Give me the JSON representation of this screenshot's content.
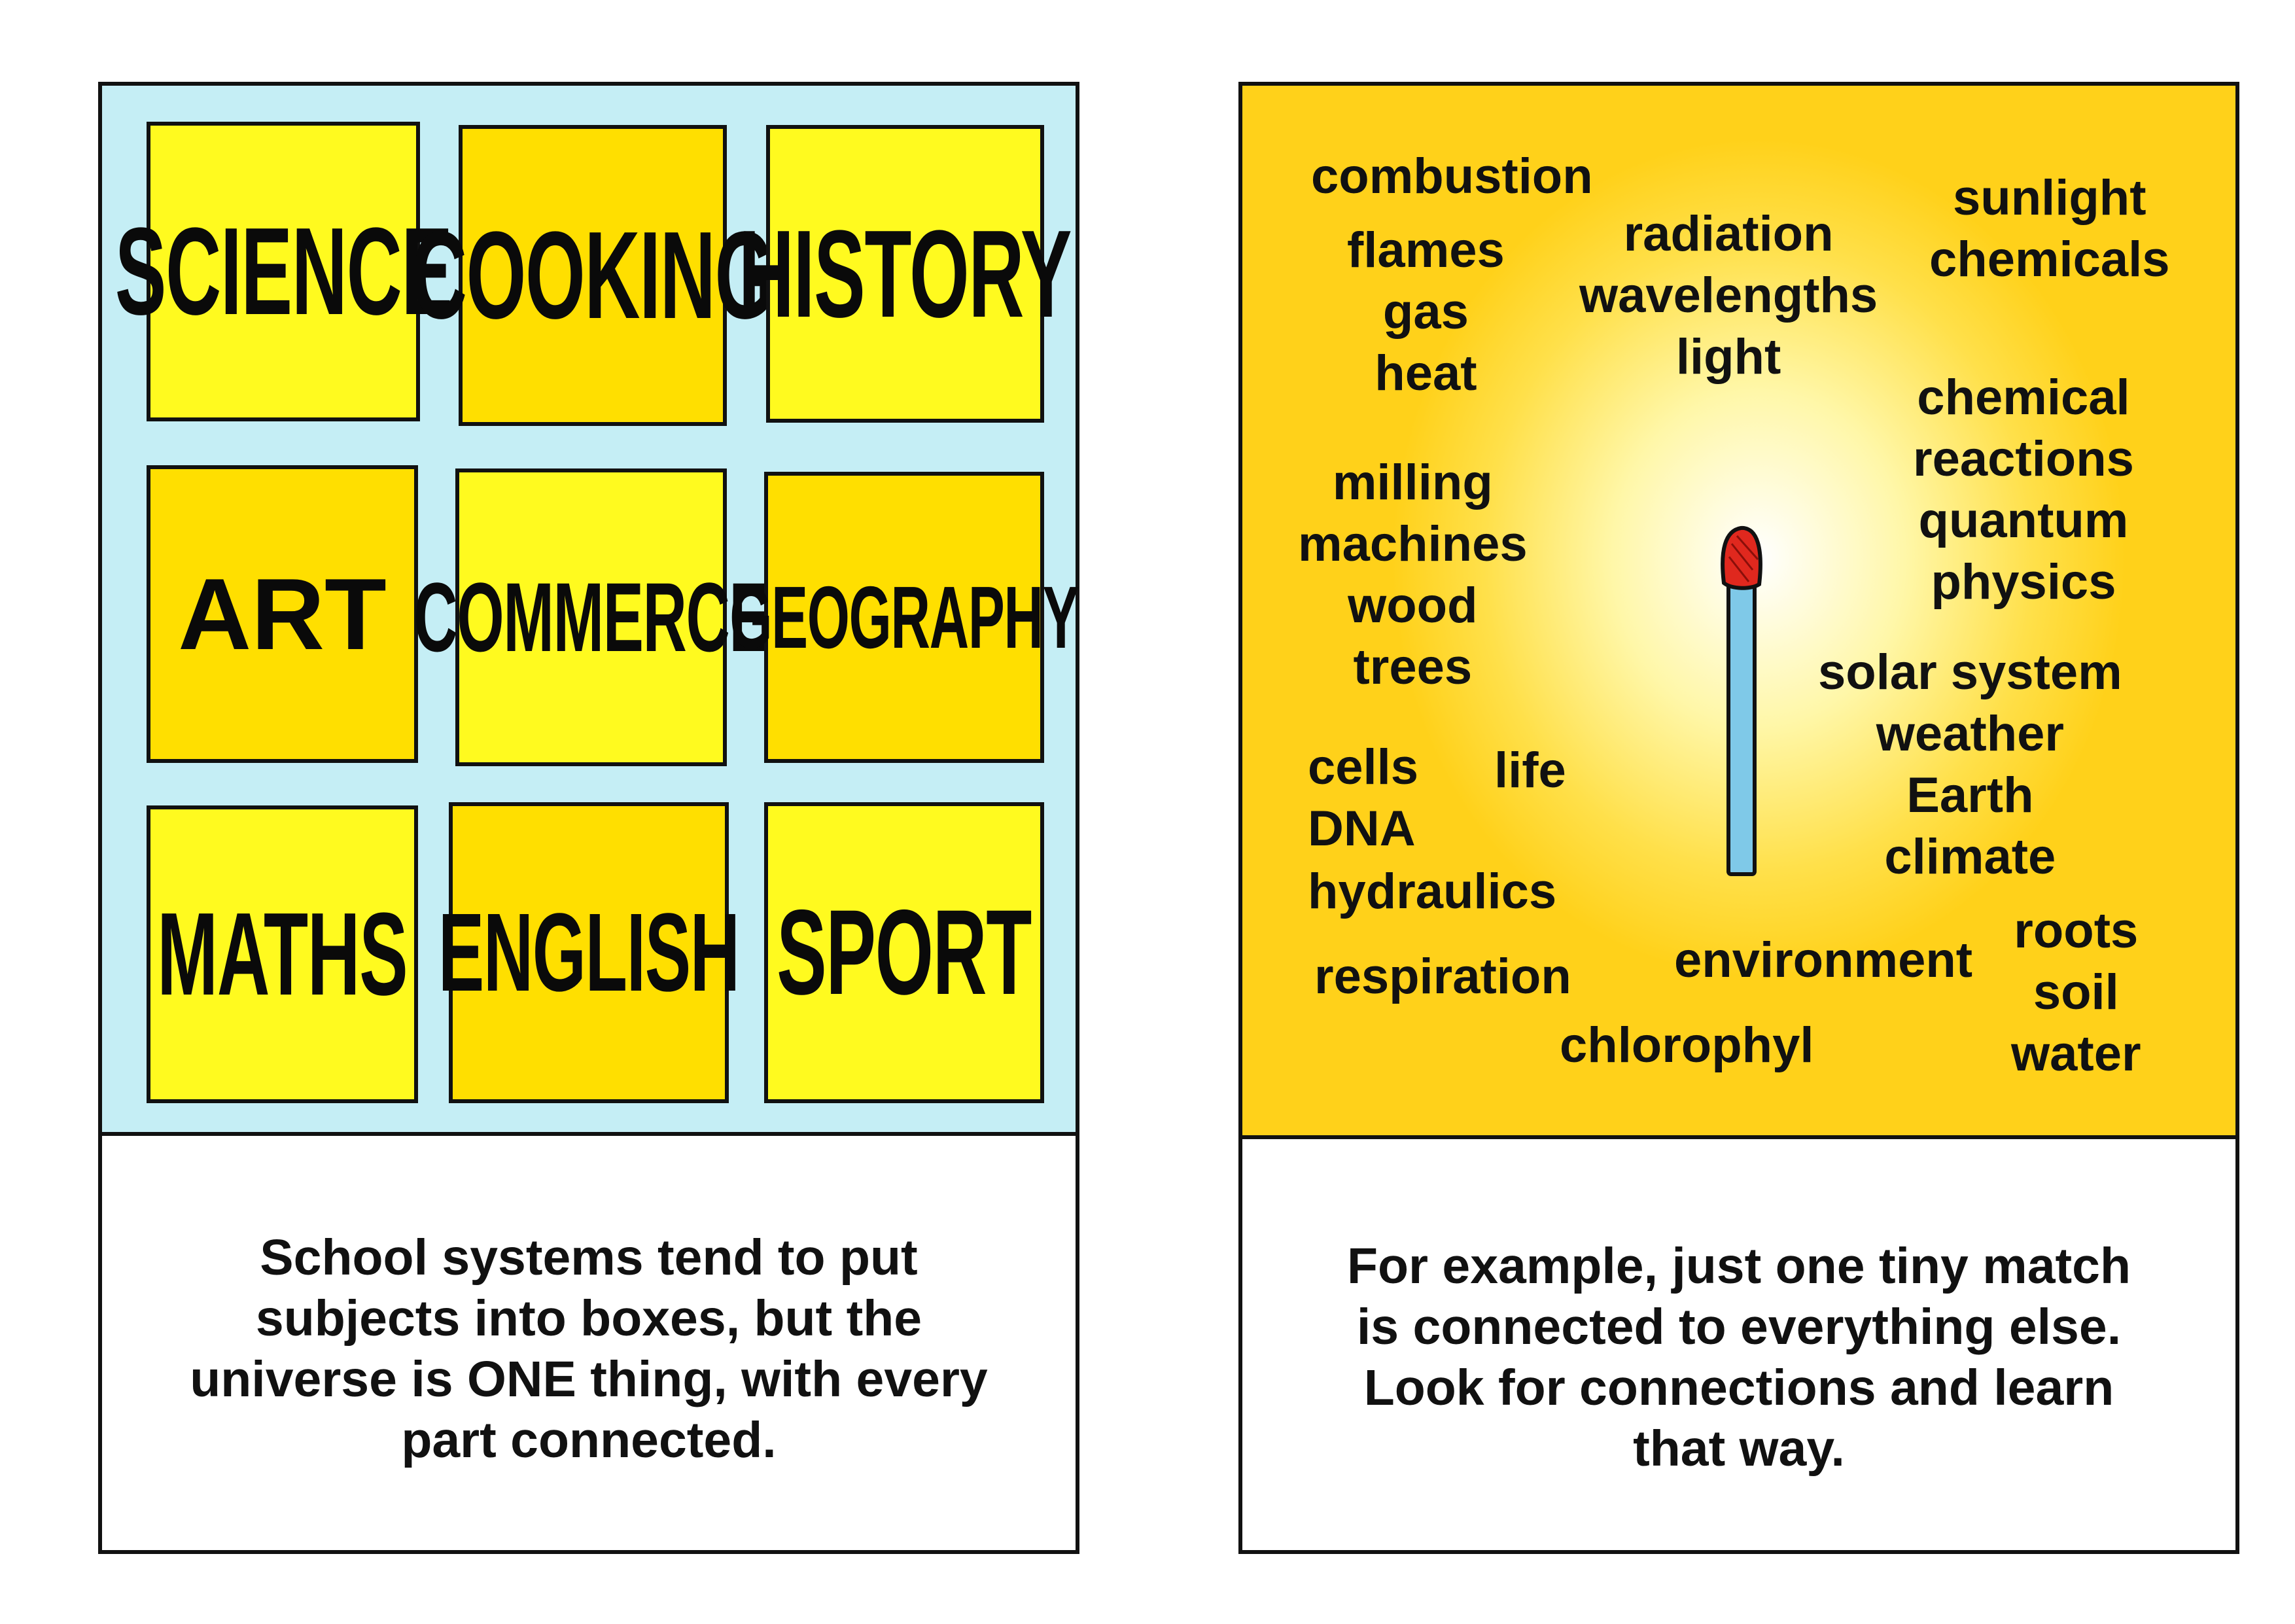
{
  "left_panel": {
    "subjects": [
      "SCIENCE",
      "COOKING",
      "HISTORY",
      "ART",
      "COMMERCE",
      "GEOGRAPHY",
      "MATHS",
      "ENGLISH",
      "SPORT"
    ],
    "caption_lines": [
      "School systems tend to put",
      "subjects into boxes, but the",
      "universe is ONE thing, with every",
      "part connected."
    ]
  },
  "right_panel": {
    "word_groups": {
      "combustion": [
        "combustion"
      ],
      "flames": [
        "flames",
        "gas",
        "heat"
      ],
      "radiation": [
        "radiation",
        "wavelengths",
        "light"
      ],
      "sunlight": [
        "sunlight",
        "chemicals"
      ],
      "chemical": [
        "chemical",
        "reactions",
        "quantum",
        "physics"
      ],
      "milling": [
        "milling",
        "machines",
        "wood",
        "trees"
      ],
      "solar": [
        "solar system",
        "weather",
        "Earth",
        "climate"
      ],
      "cells": [
        "cells",
        "DNA"
      ],
      "life": [
        "life"
      ],
      "hydraulics": [
        "hydraulics"
      ],
      "respiration": [
        "respiration"
      ],
      "environment": [
        "environment"
      ],
      "chlorophyl": [
        "chlorophyl"
      ],
      "roots": [
        "roots",
        "soil",
        "water"
      ]
    },
    "caption_lines": [
      "For example, just one tiny match",
      "is connected to everything else.",
      "Look for connections and learn",
      "that way."
    ]
  },
  "colors": {
    "left_background": "#c5eef5",
    "box_light": "#fffa1f",
    "box_dark": "#ffdf00",
    "match_head": "#e0281e",
    "match_stick": "#7fc9e8",
    "outline": "#111111"
  }
}
